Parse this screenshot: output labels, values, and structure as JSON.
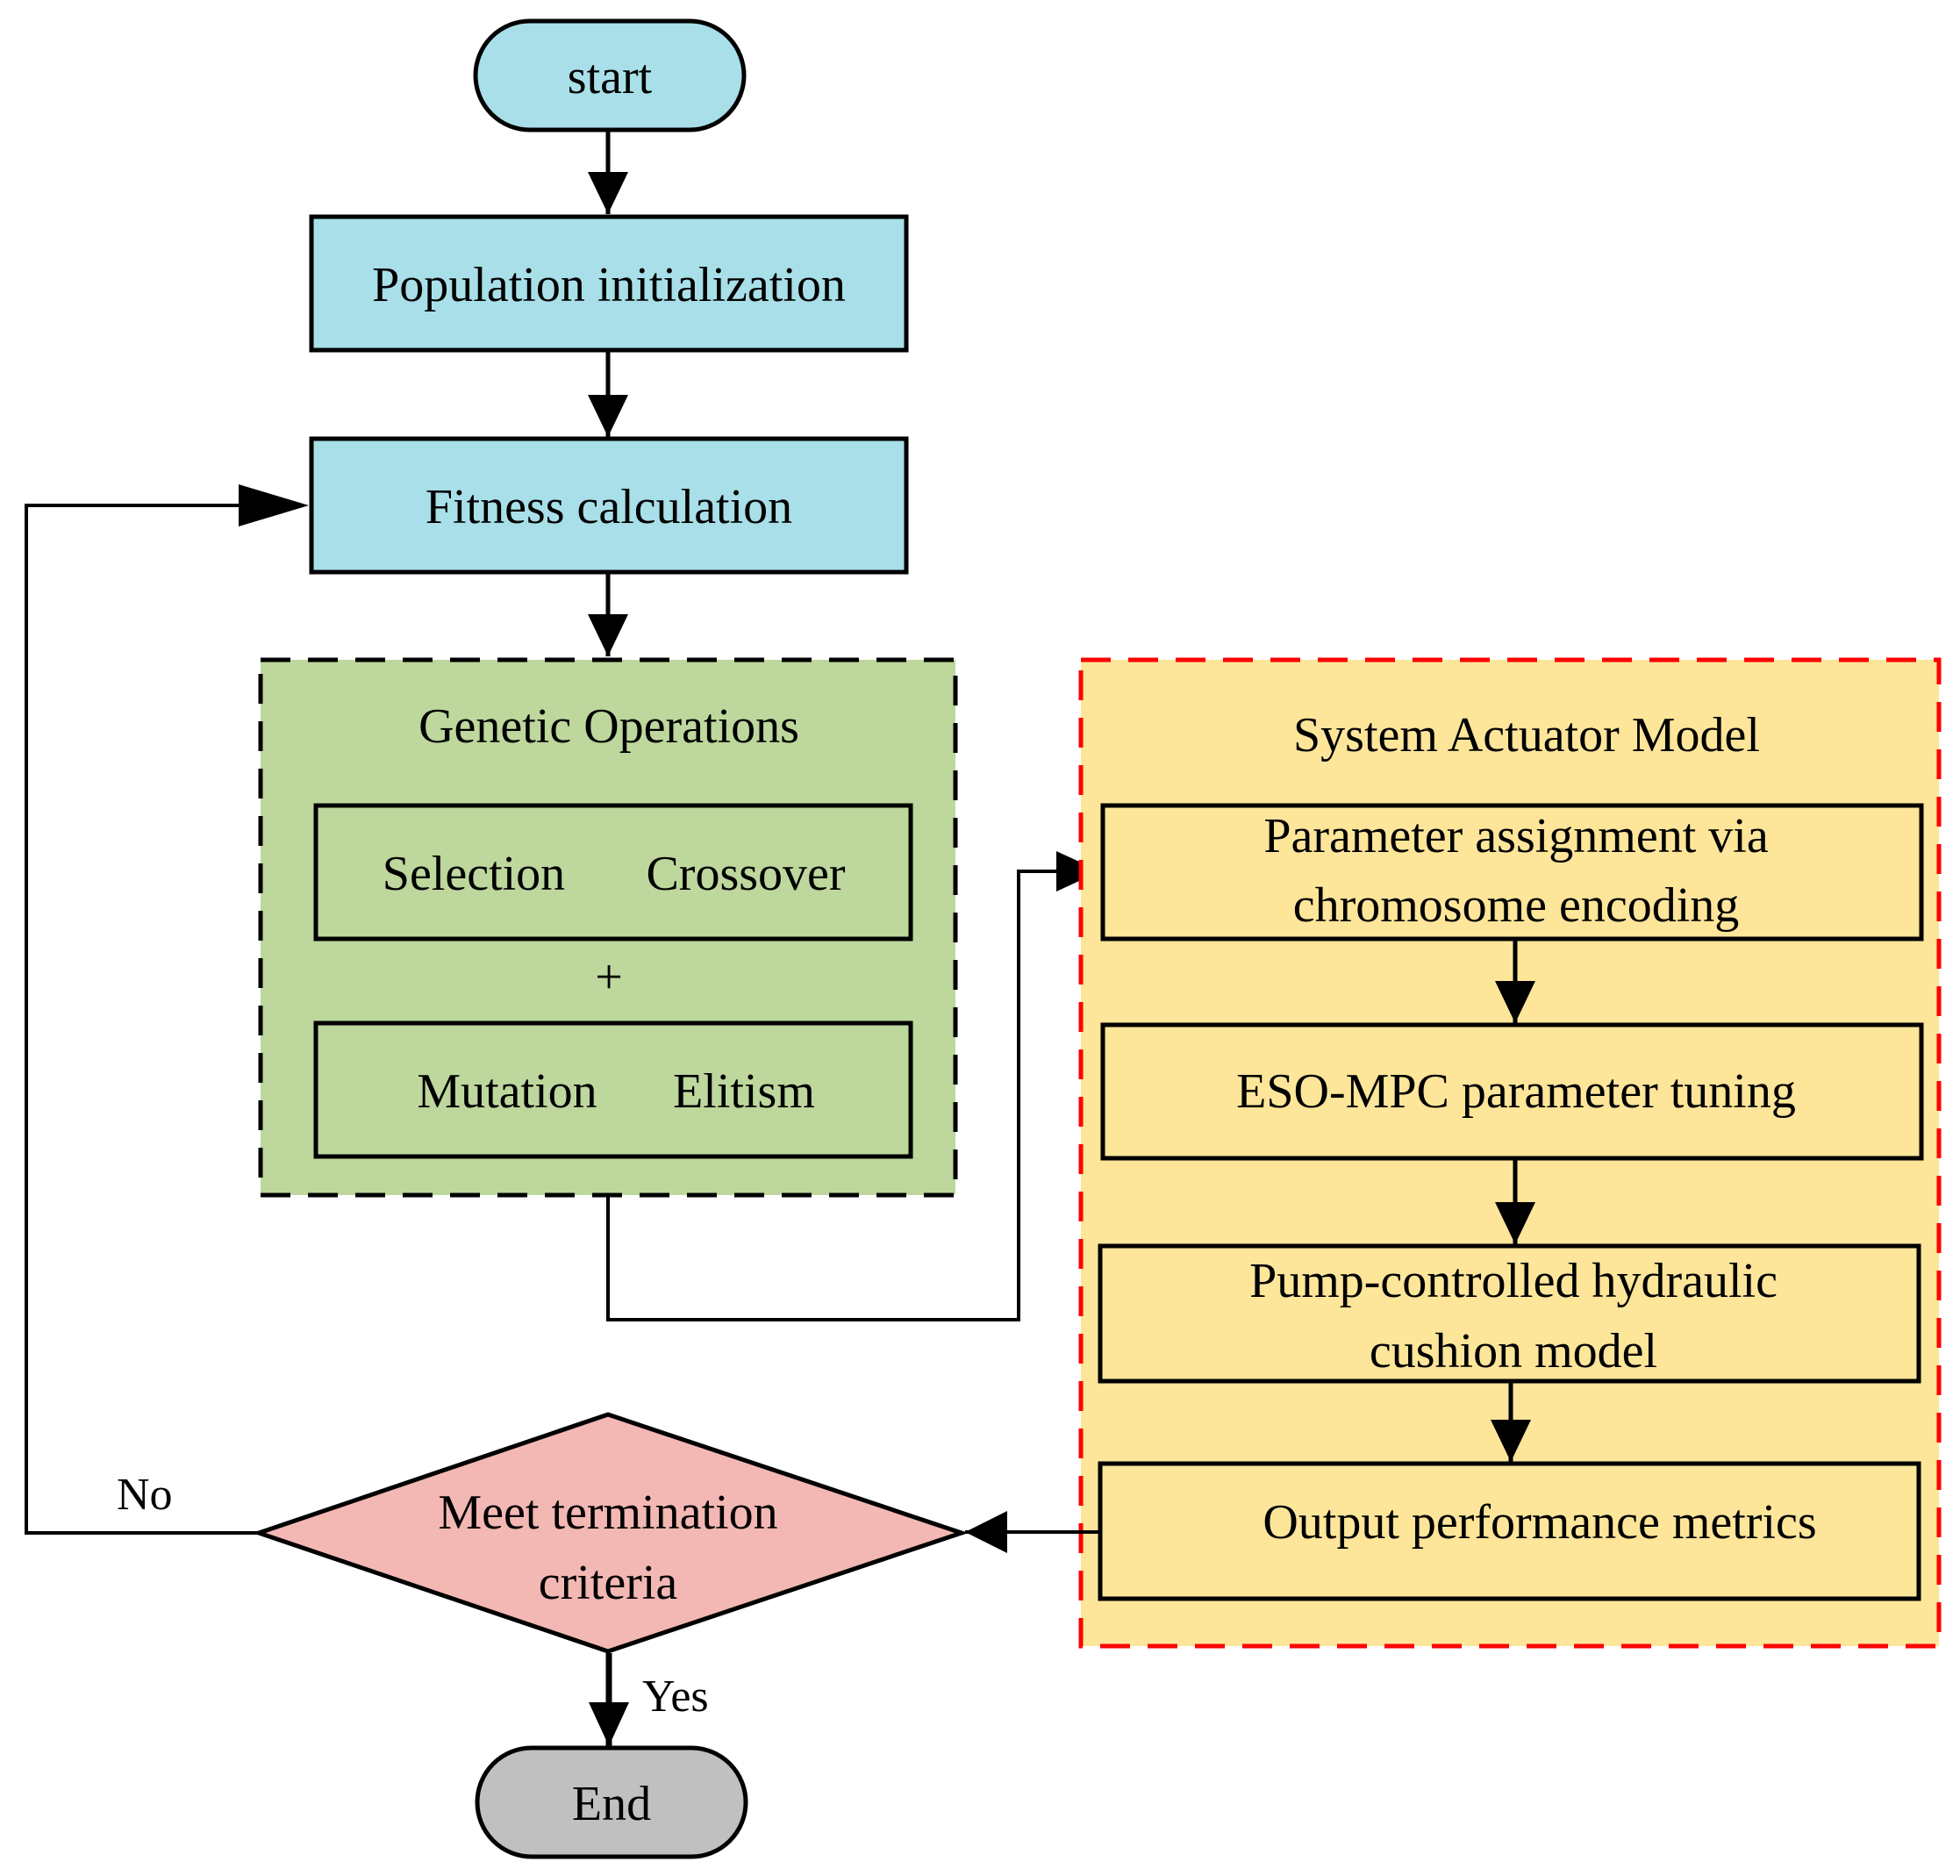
{
  "nodes": {
    "start": "start",
    "population_init": "Population initialization",
    "fitness_calc": "Fitness calculation",
    "genetic_ops": {
      "title": "Genetic Operations",
      "row1_left": "Selection",
      "row1_right": "Crossover",
      "plus": "+",
      "row2_left": "Mutation",
      "row2_right": "Elitism"
    },
    "system_actuator": {
      "title": "System Actuator Model",
      "param_assign_line1": "Parameter assignment via",
      "param_assign_line2": "chromosome encoding",
      "eso_mpc": "ESO-MPC parameter tuning",
      "pump_line1": "Pump-controlled hydraulic",
      "pump_line2": "cushion model",
      "output_metrics": "Output performance metrics"
    },
    "decision_line1": "Meet termination",
    "decision_line2": "criteria",
    "end": "End"
  },
  "edges": {
    "no_label": "No",
    "yes_label": "Yes"
  },
  "colors": {
    "terminal_start": "#a8dfe9",
    "process_blue": "#a8dfe9",
    "genetic_green": "#bdd79d",
    "actuator_yellow": "#fde59a",
    "actuator_border": "#ff0000",
    "decision_pink": "#f3b8b4",
    "terminal_end": "#c0c0c0"
  }
}
